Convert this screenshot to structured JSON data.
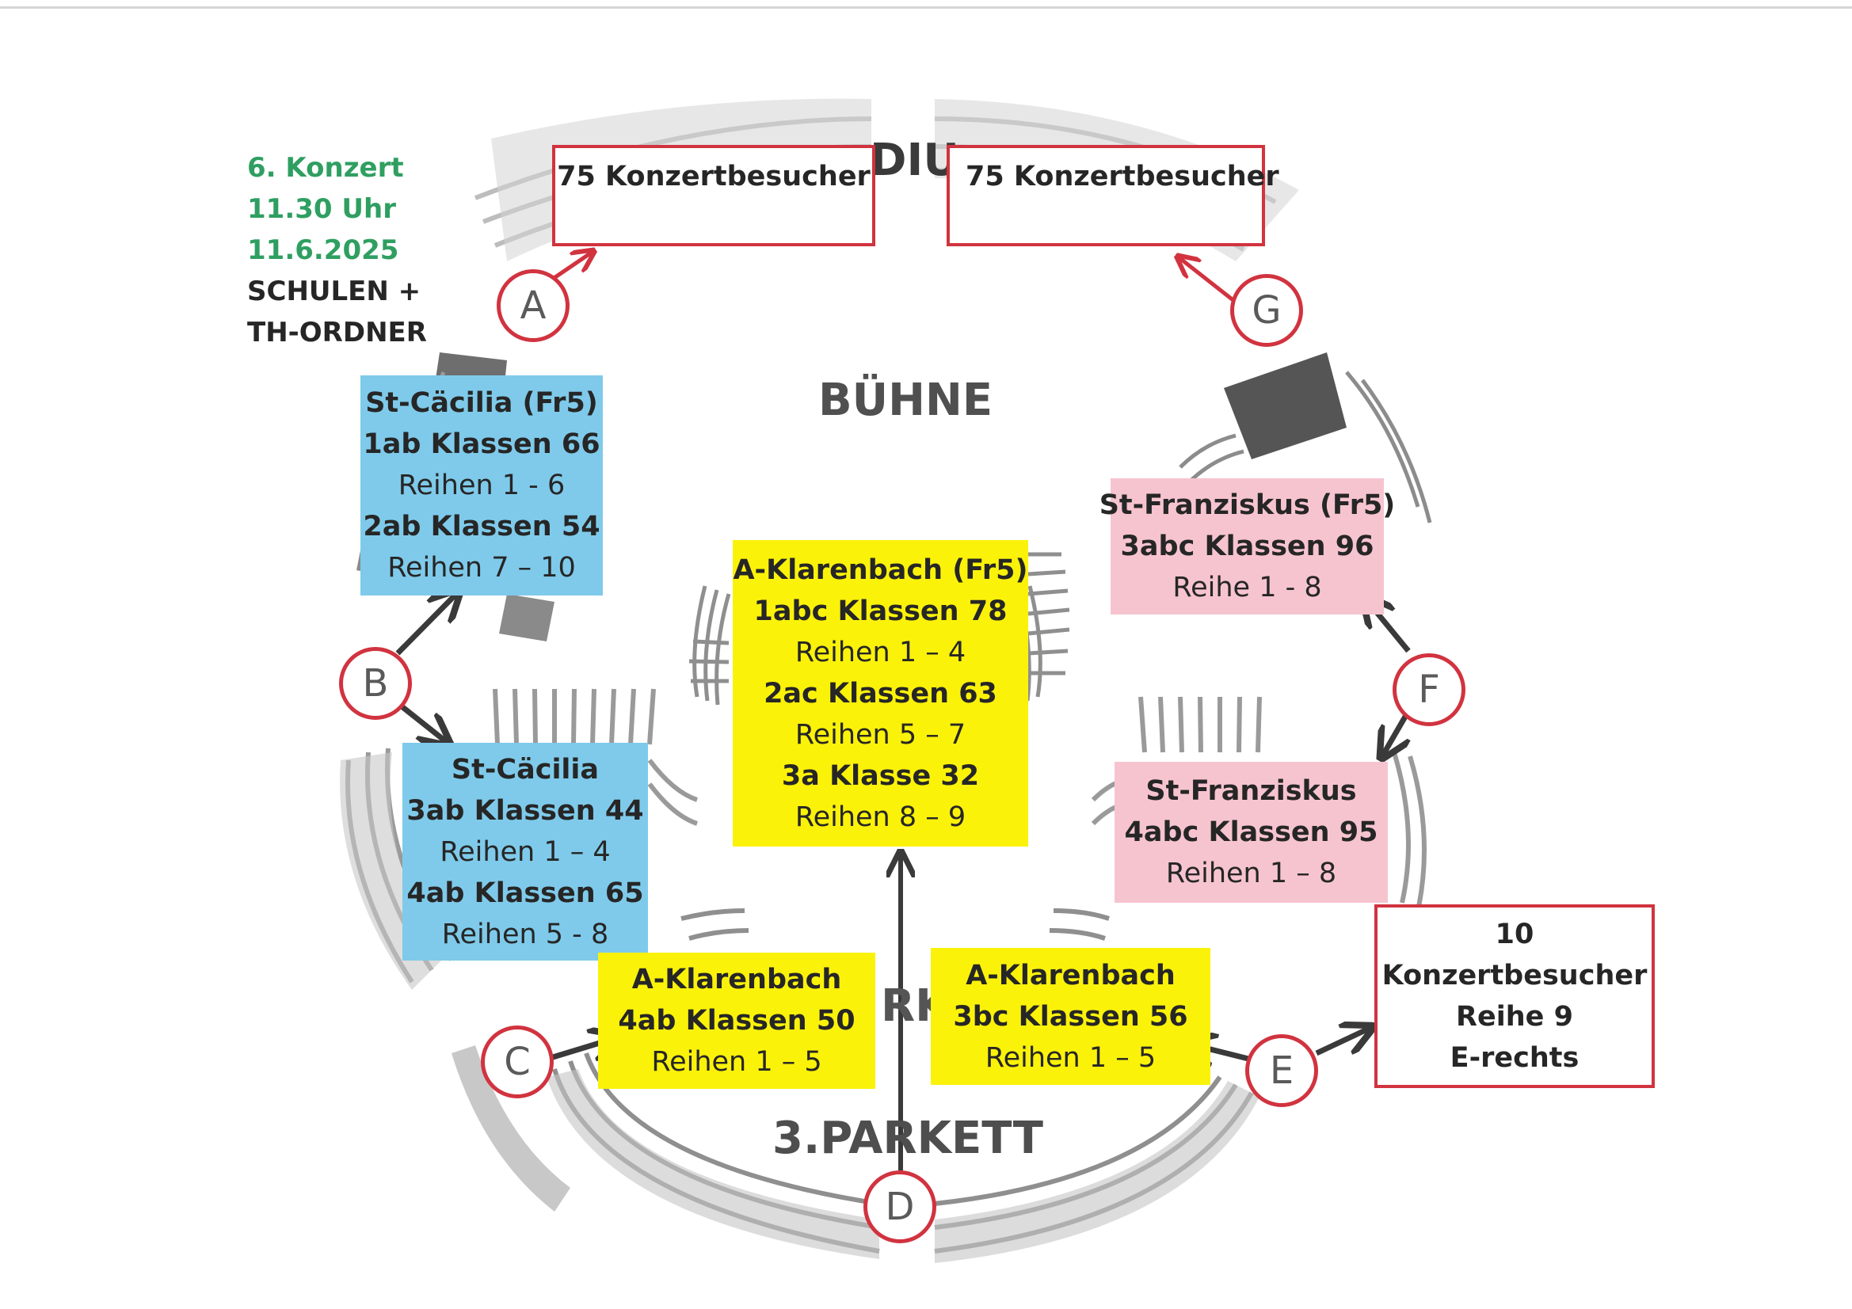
{
  "info": {
    "concert": "6. Konzert",
    "time": "11.30 Uhr",
    "date": "11.6.2025",
    "line4": "SCHULEN +",
    "line5": "TH-ORDNER"
  },
  "stage_label": "BÜHNE",
  "podium_fragment": "DIU",
  "parkett_fragment": "RK",
  "parkett_label": "3.PARKETT",
  "boxes": {
    "top_left": {
      "line1": "75 Konzertbesucher"
    },
    "top_right": {
      "line1": "75 Konzertbesucher"
    },
    "cacilia_upper": {
      "line1": "St-Cäcilia (Fr5)",
      "line2": "1ab Klassen 66",
      "line3": "Reihen 1 - 6",
      "line4": "2ab Klassen 54",
      "line5": "Reihen 7 – 10"
    },
    "cacilia_lower": {
      "line1": "St-Cäcilia",
      "line2": "3ab Klassen 44",
      "line3": "Reihen 1 – 4",
      "line4": "4ab Klassen 65",
      "line5": "Reihen 5 - 8"
    },
    "klarenbach_center": {
      "line1": "A-Klarenbach (Fr5)",
      "line2": "1abc Klassen 78",
      "line3": "Reihen 1 – 4",
      "line4": "2ac Klassen 63",
      "line5": "Reihen 5 – 7",
      "line6": "3a Klasse 32",
      "line7": "Reihen 8 – 9"
    },
    "klarenbach_left": {
      "line1": "A-Klarenbach",
      "line2": "4ab Klassen 50",
      "line3": "Reihen 1 – 5"
    },
    "klarenbach_right": {
      "line1": "A-Klarenbach",
      "line2": "3bc Klassen 56",
      "line3": "Reihen 1 – 5"
    },
    "franziskus_upper": {
      "line1": "St-Franziskus (Fr5)",
      "line2": "3abc Klassen 96",
      "line3": "Reihe 1 - 8"
    },
    "franziskus_lower": {
      "line1": "St-Franziskus",
      "line2": "4abc Klassen 95",
      "line3": "Reihen 1 – 8"
    },
    "e_rechts": {
      "line1": "10",
      "line2": "Konzertbesucher",
      "line3": "Reihe 9",
      "line4": "E-rechts"
    }
  },
  "markers": {
    "A": "A",
    "B": "B",
    "C": "C",
    "D": "D",
    "E": "E",
    "F": "F",
    "G": "G"
  },
  "colors": {
    "blue": "#7fcaea",
    "yellow": "#fbf20a",
    "pink": "#f6c4cf",
    "red_outline": "#d1333f",
    "green_text": "#2f9f61"
  }
}
